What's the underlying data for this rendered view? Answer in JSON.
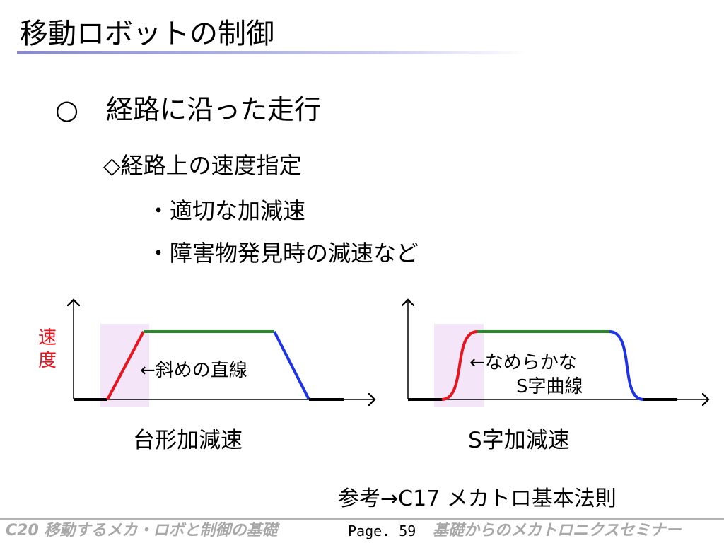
{
  "slide": {
    "title": "移動ロボットの制御",
    "bullet_mark": "○",
    "bullet_text": "経路に沿った走行",
    "sub_heading": "◇経路上の速度指定",
    "items": [
      "・適切な加減速",
      "・障害物発見時の減速など"
    ]
  },
  "charts": {
    "y_label": "速度",
    "trapezoid": {
      "caption": "台形加減速",
      "annotation": "←斜めの直線"
    },
    "s_curve": {
      "caption": "S字加減速",
      "annotation_line1": "←なめらかな",
      "annotation_line2": "S字曲線"
    },
    "colors": {
      "accel": "#e8141e",
      "constant": "#2a8a2a",
      "decel": "#1e32e6",
      "baseline": "#000000",
      "highlight": "#f4e6f8"
    }
  },
  "reference": "参考→C17 メカトロ基本法則",
  "footer": {
    "left": "C20 移動するメカ・ロボと制御の基礎",
    "page": "Page. 59",
    "right": "基礎からのメカトロニクスセミナー"
  }
}
